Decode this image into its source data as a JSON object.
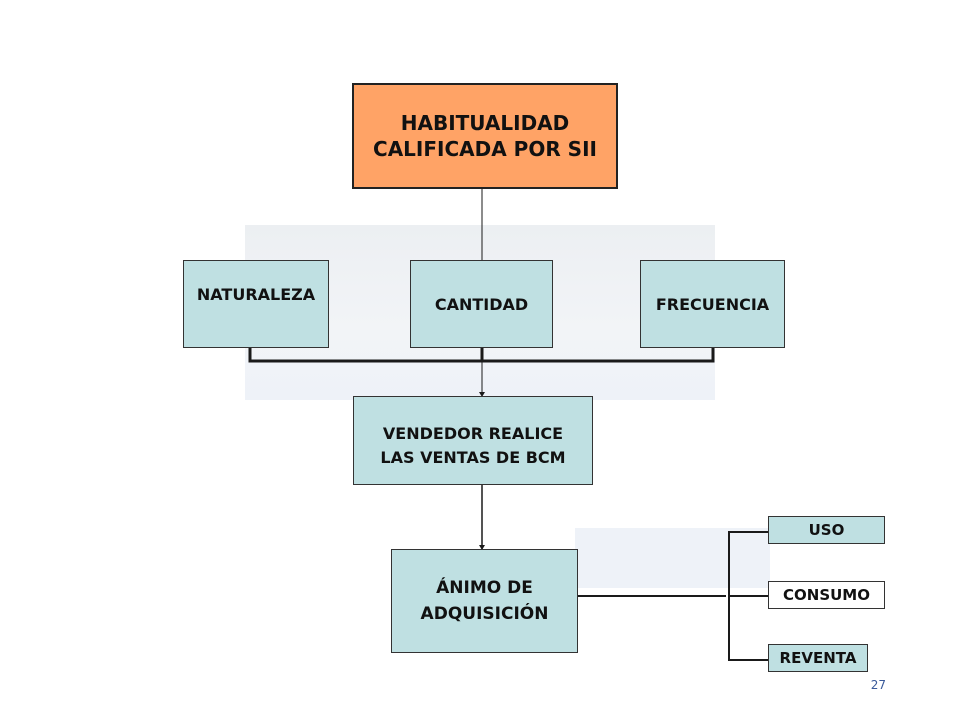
{
  "colors": {
    "top_box_fill": "#ffa366",
    "box_fill": "#bfe0e2",
    "line": "#1a1a1a",
    "band": "#eef2f6",
    "page_number": "#3a5a9a"
  },
  "nodes": {
    "top": [
      "HABITUALIDAD",
      "CALIFICADA POR SII"
    ],
    "naturaleza": "NATURALEZA",
    "cantidad": "CANTIDAD",
    "frecuencia": "FRECUENCIA",
    "vendedor": [
      "VENDEDOR REALICE",
      "LAS VENTAS DE BCM"
    ],
    "animo": [
      "ÁNIMO DE",
      "ADQUISICIÓN"
    ],
    "uso": "USO",
    "consumo": "CONSUMO",
    "reventa": "REVENTA"
  },
  "page_number": "27"
}
